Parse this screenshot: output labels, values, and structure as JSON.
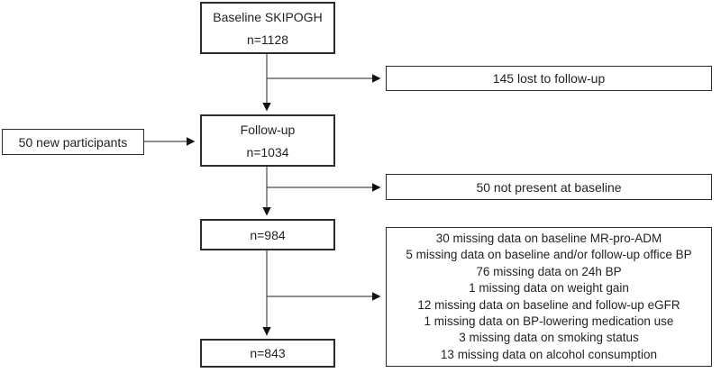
{
  "flowchart": {
    "boxes": {
      "baseline": {
        "line1": "Baseline SKIPOGH",
        "line2": "n=1128"
      },
      "lost_to_followup": {
        "label": "145 lost to follow-up"
      },
      "new_participants": {
        "label": "50 new participants"
      },
      "followup": {
        "line1": "Follow-up",
        "line2": "n=1034"
      },
      "not_present": {
        "label": "50 not present at baseline"
      },
      "n984": {
        "label": "n=984"
      },
      "exclusions": {
        "lines": [
          "30 missing data on baseline MR-pro-ADM",
          "5 missing data on baseline and/or follow-up office BP",
          "76 missing data on 24h BP",
          "1 missing data on weight gain",
          "12 missing data on baseline and follow-up eGFR",
          "1 missing data on BP-lowering medication use",
          "3 missing data on smoking status",
          "13 missing data on alcohol consumption"
        ]
      },
      "n843": {
        "label": "n=843"
      }
    },
    "colors": {
      "border": "#2b2b2b",
      "text": "#231f20",
      "arrow_line": "#4a4a4a",
      "arrow_head": "#111111",
      "background": "#ffffff"
    }
  }
}
